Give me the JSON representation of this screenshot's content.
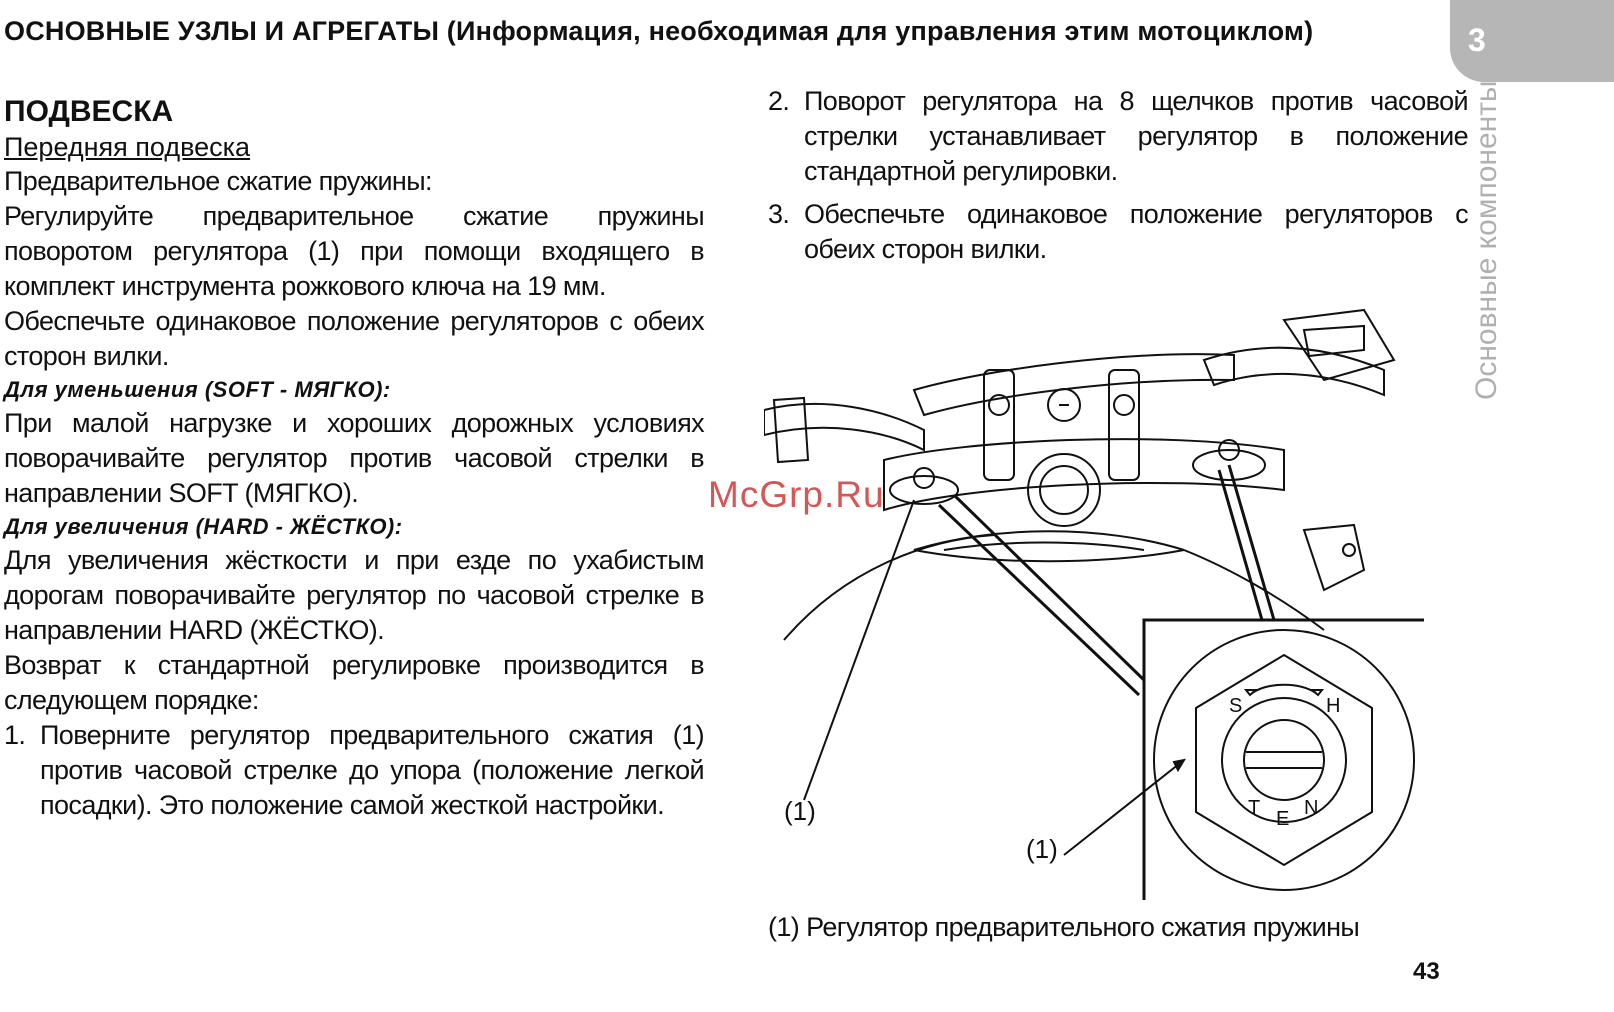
{
  "header": {
    "title": "ОСНОВНЫЕ УЗЛЫ И АГРЕГАТЫ (Информация, необходимая для управления этим мотоциклом)"
  },
  "section": {
    "title": "ПОДВЕСКА",
    "subtitle": "Передняя подвеска",
    "preload_label": "Предварительное сжатие пружины:",
    "para1": "Регулируйте предварительное сжатие пружины поворотом регулятора (1) при помощи входящего в комплект инструмента рожкового ключа на 19 мм.",
    "para2": "Обеспечьте одинаковое положение регуляторов с обеих сторон вилки.",
    "soft_heading": "Для уменьшения (SOFT - МЯГКО):",
    "soft_text": "При малой нагрузке и хороших дорожных условиях поворачивайте регулятор против часовой стрелки в направлении SOFT (МЯГКО).",
    "hard_heading": "Для увеличения (HARD - ЖЁСТКО):",
    "hard_text": "Для увеличения жёсткости и при езде по ухабистым дорогам поворачивайте регулятор по часовой стрелке в направлении HARD (ЖЁСТКО).",
    "return_text": "Возврат к стандартной регулировке производится в следующем порядке:",
    "steps": [
      {
        "num": "1.",
        "text": "Поверните регулятор предварительного сжатия (1) против часовой стрелке до упора (положение легкой посадки). Это положение самой жесткой настройки."
      },
      {
        "num": "2.",
        "text": "Поворот регулятора на 8 щелчков против часовой стрелки устанавливает регулятор в положение стандартной регулировки."
      },
      {
        "num": "3.",
        "text": "Обеспечьте одинаковое положение регуляторов с обеих сторон вилки."
      }
    ]
  },
  "figure": {
    "callout_left": "(1)",
    "callout_right": "(1)",
    "letter_s": "S",
    "letter_h": "H",
    "letter_t": "T",
    "letter_e": "E",
    "letter_n": "N",
    "caption": "(1) Регулятор предварительного сжатия пружины"
  },
  "chapter": {
    "number": "3",
    "label": "Основные компоненты"
  },
  "watermark": "McGrp.Ru",
  "page_number": "43"
}
